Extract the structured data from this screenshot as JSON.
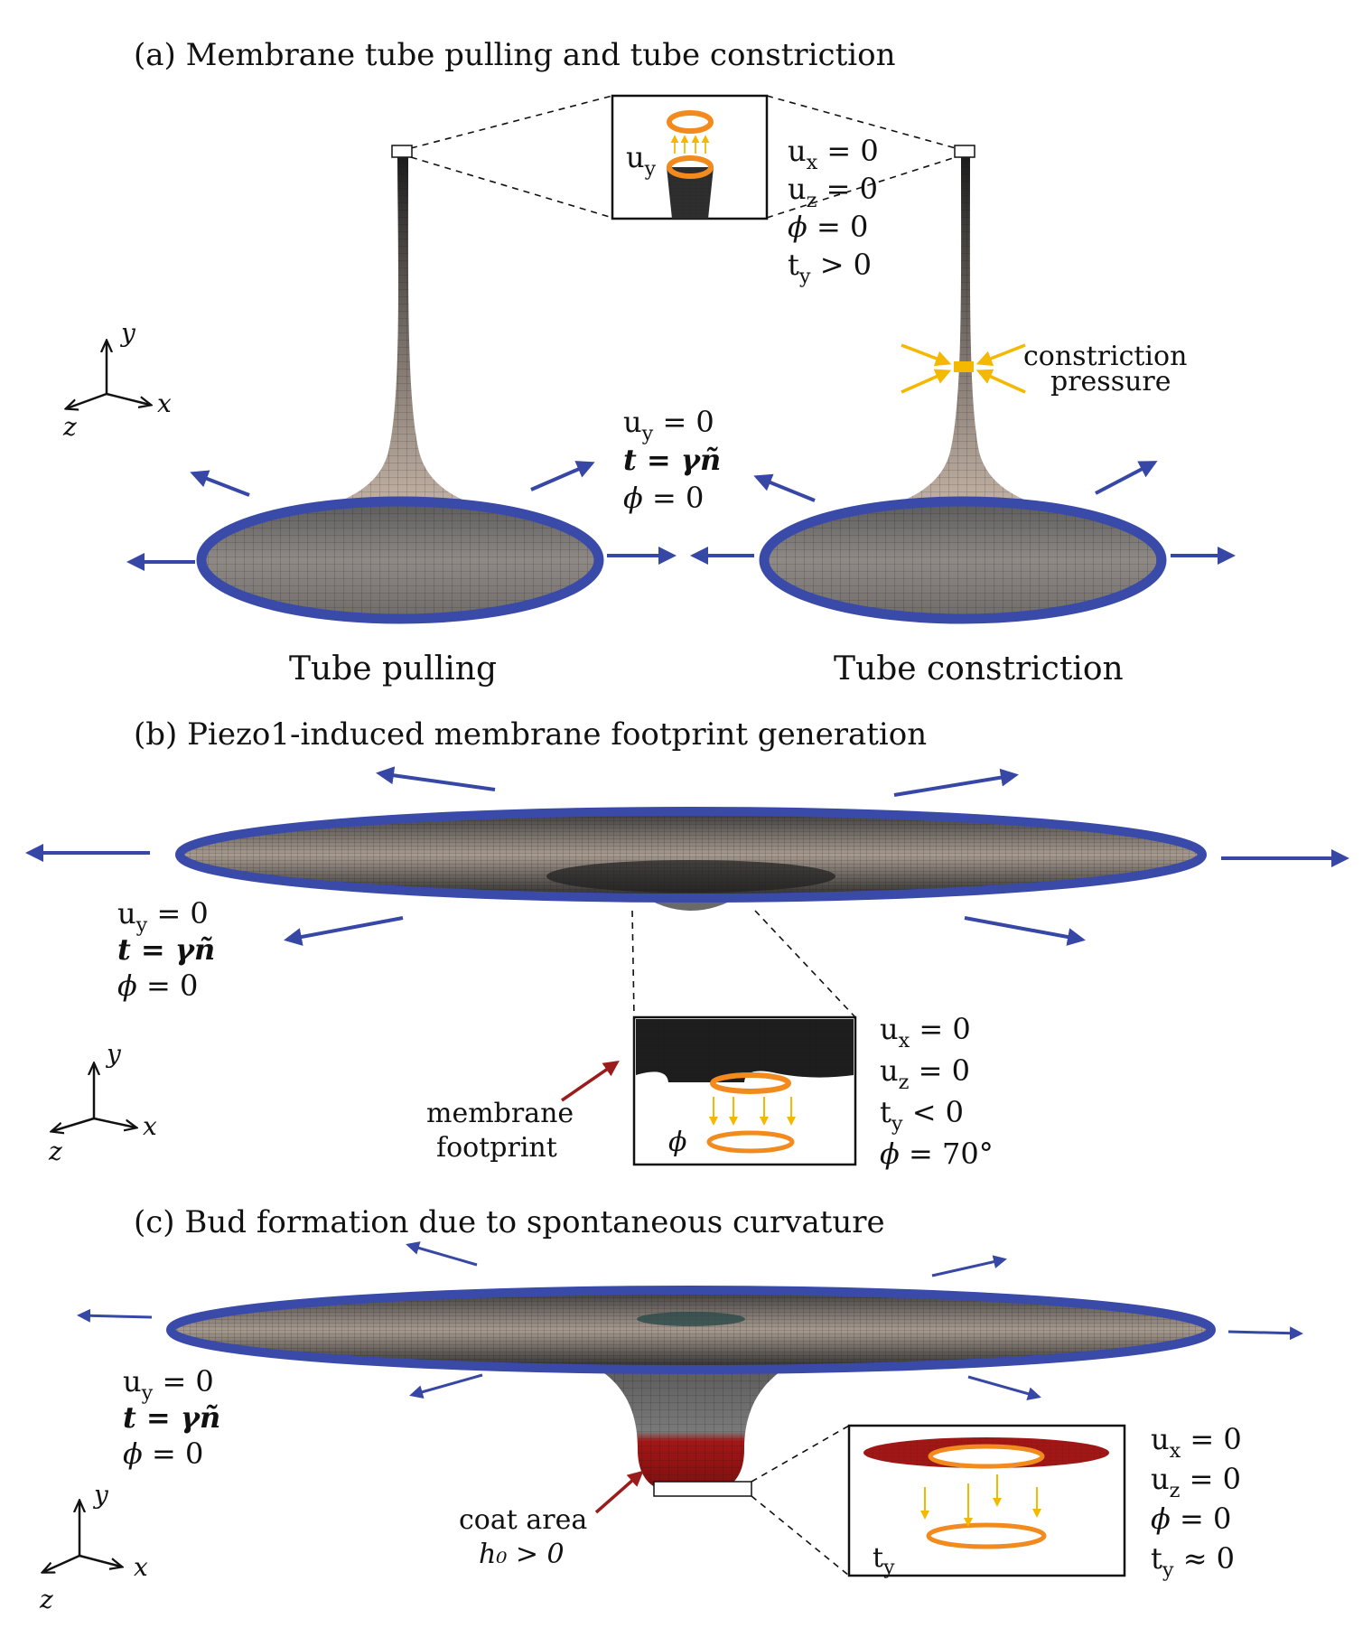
{
  "panel_a": {
    "title": "(a) Membrane tube pulling and tube constriction",
    "inset_label": "u",
    "inset_label_sub": "y",
    "bc_top": [
      {
        "var": "u",
        "sub": "x",
        "rel": "= 0"
      },
      {
        "var": "u",
        "sub": "z",
        "rel": "= 0"
      },
      {
        "var": "ϕ",
        "sub": "",
        "rel": "= 0"
      },
      {
        "var": "t",
        "sub": "y",
        "rel": "> 0"
      }
    ],
    "bc_edge": [
      {
        "var": "u",
        "sub": "y",
        "rel": "= 0"
      },
      {
        "var": "t",
        "sub": "",
        "rel": "= γñ",
        "bold": true
      },
      {
        "var": "ϕ",
        "sub": "",
        "rel": "= 0"
      }
    ],
    "constriction_label_1": "constriction",
    "constriction_label_2": "pressure",
    "caption_left": "Tube pulling",
    "caption_right": "Tube constriction"
  },
  "panel_b": {
    "title": "(b) Piezo1-induced membrane footprint generation",
    "bc_edge": [
      {
        "var": "u",
        "sub": "y",
        "rel": "= 0"
      },
      {
        "var": "t",
        "sub": "",
        "rel": "= γñ",
        "bold": true
      },
      {
        "var": "ϕ",
        "sub": "",
        "rel": "= 0"
      }
    ],
    "bc_inset": [
      {
        "var": "u",
        "sub": "x",
        "rel": "= 0"
      },
      {
        "var": "u",
        "sub": "z",
        "rel": "= 0"
      },
      {
        "var": "t",
        "sub": "y",
        "rel": "< 0"
      },
      {
        "var": "ϕ",
        "sub": "",
        "rel": "= 70°"
      }
    ],
    "inset_label": "ϕ",
    "footprint_label_1": "membrane",
    "footprint_label_2": "footprint"
  },
  "panel_c": {
    "title": "(c) Bud formation due to spontaneous curvature",
    "bc_edge": [
      {
        "var": "u",
        "sub": "y",
        "rel": "= 0"
      },
      {
        "var": "t",
        "sub": "",
        "rel": "= γñ",
        "bold": true
      },
      {
        "var": "ϕ",
        "sub": "",
        "rel": "= 0"
      }
    ],
    "bc_inset": [
      {
        "var": "u",
        "sub": "x",
        "rel": "= 0"
      },
      {
        "var": "u",
        "sub": "z",
        "rel": "= 0"
      },
      {
        "var": "ϕ",
        "sub": "",
        "rel": "= 0"
      },
      {
        "var": "t",
        "sub": "y",
        "rel": "≈ 0"
      }
    ],
    "inset_label": "t",
    "inset_label_sub": "y",
    "coat_label_1": "coat area",
    "coat_label_2": "h₀ > 0"
  },
  "axes": {
    "x": "x",
    "y": "y",
    "z": "z"
  },
  "colors": {
    "edge_blue": "#3a4aa8",
    "arrow_blue": "#3747a6",
    "ring_orange": "#f28a1e",
    "arrow_yellow": "#f5b800",
    "coat_red": "#a31616",
    "pointer_red": "#9b1c1c",
    "mesh_dark": "#2a2a2a",
    "mesh_light": "#c9b7a8"
  }
}
